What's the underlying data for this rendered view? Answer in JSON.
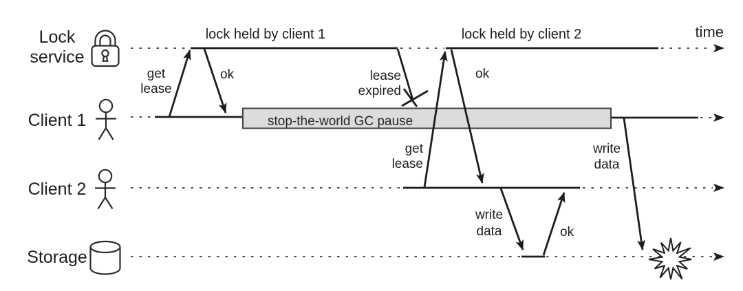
{
  "colors": {
    "background": "#ffffff",
    "line": "#1d1d1d",
    "dashed_line": "#4b4b4b",
    "text": "#1e1e1e",
    "gc_box_fill": "#dcdcdc",
    "gc_box_border": "#414141"
  },
  "lanes": [
    {
      "id": "lock-service",
      "label": [
        "Lock",
        "service"
      ],
      "icon": "padlock-icon"
    },
    {
      "id": "client-1",
      "label": [
        "Client 1"
      ],
      "icon": "person-icon"
    },
    {
      "id": "client-2",
      "label": [
        "Client 2"
      ],
      "icon": "person-icon"
    },
    {
      "id": "storage",
      "label": [
        "Storage"
      ],
      "icon": "database-cylinder-icon"
    }
  ],
  "headers": {
    "lock_held_1": "lock held by client 1",
    "lock_held_2": "lock held by client 2",
    "time_axis": "time"
  },
  "gc_box": {
    "label": "stop-the-world GC pause"
  },
  "messages": [
    {
      "id": "get-lease-client1",
      "label": [
        "get",
        "lease"
      ]
    },
    {
      "id": "ok-to-client1",
      "label": [
        "ok"
      ]
    },
    {
      "id": "lease-expired",
      "label": [
        "lease",
        "expired"
      ]
    },
    {
      "id": "get-lease-client2",
      "label": [
        "get",
        "lease"
      ]
    },
    {
      "id": "ok-to-client2",
      "label": [
        "ok"
      ]
    },
    {
      "id": "write-data-client2",
      "label": [
        "write",
        "data"
      ]
    },
    {
      "id": "ok-from-storage",
      "label": [
        "ok"
      ]
    },
    {
      "id": "write-data-client1",
      "label": [
        "write",
        "data"
      ]
    }
  ],
  "symbols": {
    "lost_message": "x-mark",
    "conflict": "explosion-burst-icon"
  }
}
